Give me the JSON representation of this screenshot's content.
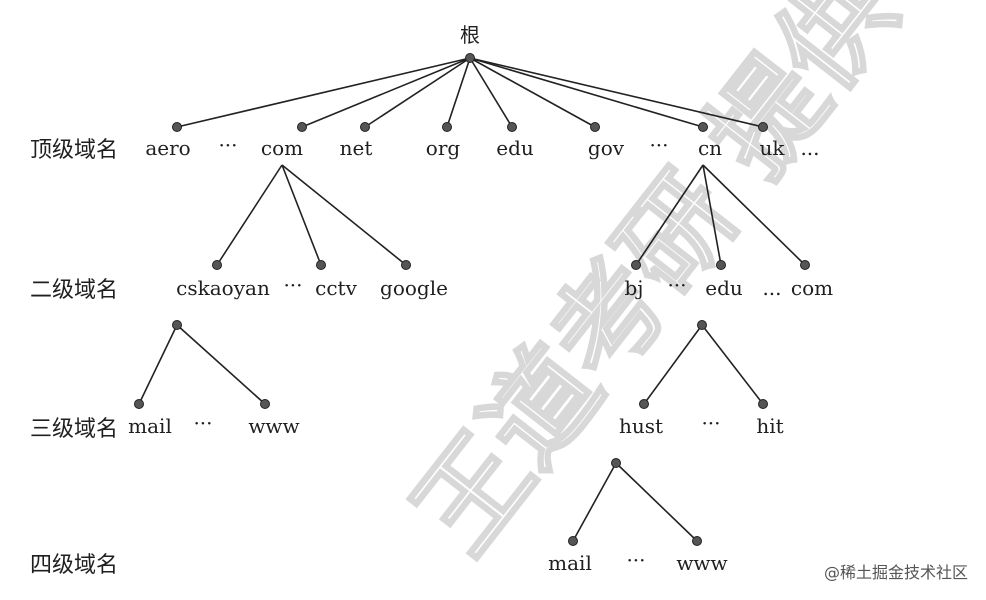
{
  "root": {
    "label": "根"
  },
  "levels": [
    {
      "id": "level-1",
      "label": "顶级域名"
    },
    {
      "id": "level-2",
      "label": "二级域名"
    },
    {
      "id": "level-3",
      "label": "三级域名"
    },
    {
      "id": "level-4",
      "label": "四级域名"
    }
  ],
  "nodes": {
    "aero": "aero",
    "com": "com",
    "net": "net",
    "org": "org",
    "edu": "edu",
    "gov": "gov",
    "cn": "cn",
    "uk": "uk",
    "cskaoyan": "cskaoyan",
    "cctv": "cctv",
    "google": "google",
    "bj": "bj",
    "cn_edu": "edu",
    "cn_com": "com",
    "mail3": "mail",
    "www3": "www",
    "hust": "hust",
    "hit": "hit",
    "mail4": "mail",
    "www4": "www"
  },
  "ellipses": {
    "e1": "···",
    "e2": "···",
    "e_uk": "...",
    "e3": "···",
    "e4": "···",
    "e5": "...",
    "e6": "···",
    "e7": "···",
    "e8": "···"
  },
  "stamp": {
    "text": "王道考研 提供"
  },
  "footer": {
    "watermark": "@稀土掘金技术社区"
  }
}
